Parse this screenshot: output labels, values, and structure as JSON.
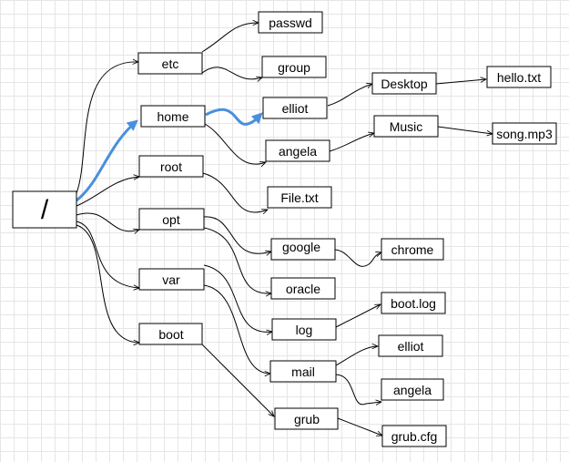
{
  "diagram": {
    "highlight_color": "#4a8fdd",
    "nodes": {
      "root": "/",
      "etc": "etc",
      "home": "home",
      "root_dir": "root",
      "opt": "opt",
      "var": "var",
      "boot": "boot",
      "passwd": "passwd",
      "group": "group",
      "elliot": "elliot",
      "angela": "angela",
      "desktop": "Desktop",
      "hello_txt": "hello.txt",
      "music": "Music",
      "song_mp3": "song.mp3",
      "file_txt": "File.txt",
      "google": "google",
      "chrome": "chrome",
      "oracle": "oracle",
      "log": "log",
      "boot_log": "boot.log",
      "mail": "mail",
      "mail_elliot": "elliot",
      "mail_angela": "angela",
      "grub": "grub",
      "grub_cfg": "grub.cfg"
    }
  }
}
